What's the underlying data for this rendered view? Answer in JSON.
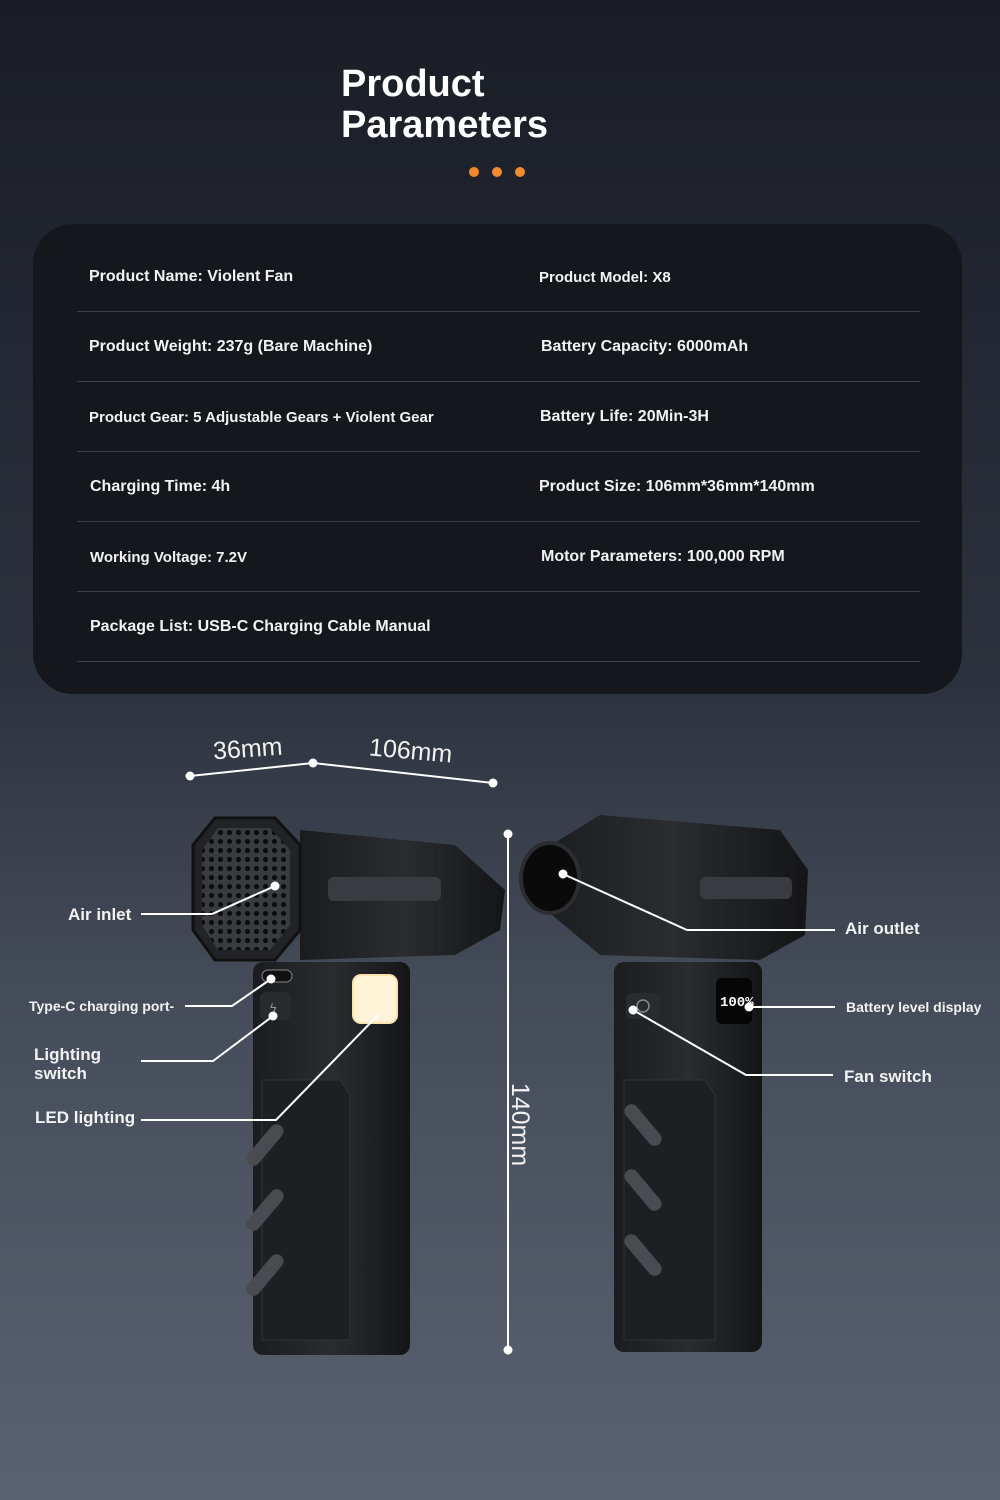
{
  "header": {
    "title_line1": "Product",
    "title_line2": "Parameters"
  },
  "params": [
    {
      "left": "Product Name: Violent Fan",
      "right": "Product Model: X8"
    },
    {
      "left": "Product Weight: 237g (Bare Machine)",
      "right": "Battery Capacity: 6000mAh"
    },
    {
      "left": "Product Gear: 5 Adjustable Gears + Violent Gear",
      "right": "Battery Life: 20Min-3H"
    },
    {
      "left": "Charging Time: 4h",
      "right": "Product Size: 106mm*36mm*140mm"
    },
    {
      "left": "Working Voltage: 7.2V",
      "right": "Motor Parameters: 100,000 RPM"
    },
    {
      "left": "Package List: USB-C Charging Cable Manual",
      "right": ""
    }
  ],
  "dimensions": {
    "depth": "36mm",
    "width": "106mm",
    "height": "140mm"
  },
  "labels": {
    "air_inlet": "Air inlet",
    "type_c": "Type-C charging port-",
    "lighting_switch_1": "Lighting",
    "lighting_switch_2": "switch",
    "led": "LED lighting",
    "air_outlet": "Air outlet",
    "battery_display": "Battery level display",
    "fan_switch": "Fan switch"
  },
  "battery_readout": "100%",
  "colors": {
    "accent": "#f08a2c"
  }
}
